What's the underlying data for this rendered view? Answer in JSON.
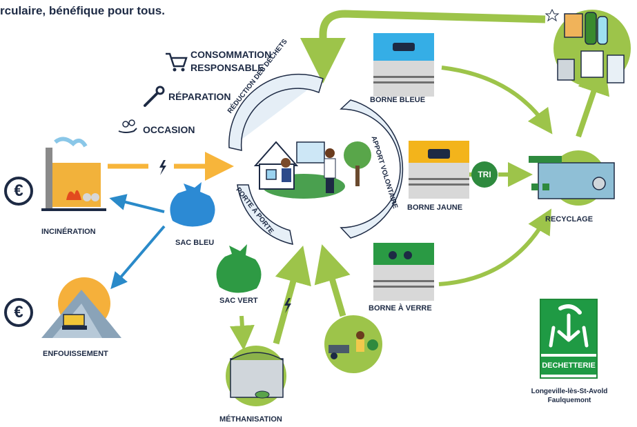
{
  "title": "rculaire, bénéfique pour tous.",
  "side_items": {
    "consommation": "CONSOMMATION RESPONSABLE",
    "reparation": "RÉPARATION",
    "occasion": "OCCASION"
  },
  "center_ring": {
    "top": "RÉDUCTION DES DÉCHETS",
    "right": "APPORT VOLONTAIRE",
    "bottom": "PORTE À PORTE"
  },
  "labels": {
    "incineration": "INCINÉRATION",
    "sac_bleu": "SAC BLEU",
    "sac_vert": "SAC VERT",
    "enfouissement": "ENFOUISSEMENT",
    "methanisation": "MÉTHANISATION",
    "borne_bleue": "BORNE BLEUE",
    "borne_jaune": "BORNE JAUNE",
    "borne_verre": "BORNE À VERRE",
    "recyclage": "RECYCLAGE",
    "tri": "TRI",
    "dechetterie": "DECHETTERIE",
    "caption_line1": "Longeville-lès-St-Avold",
    "caption_line2": "Faulquemont",
    "euro": "€"
  },
  "colors": {
    "navy": "#1d2a44",
    "light_green": "#9dc44a",
    "green": "#2e8a3e",
    "blue_arrow": "#2a8ac9",
    "orange": "#f7b53b",
    "borne_blue": "#35aee6",
    "borne_yellow": "#f3b41b",
    "borne_green": "#2a9a44"
  },
  "icons": [
    "cart-icon",
    "wrench-icon",
    "hand-coins-icon",
    "lightning-icon",
    "euro-icon"
  ]
}
